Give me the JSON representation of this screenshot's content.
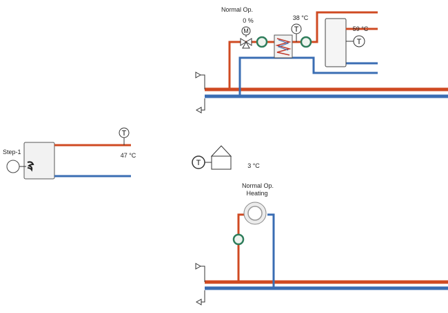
{
  "dhw": {
    "valve_mode": "Normal Op.",
    "valve_position": "0 %",
    "valve_motor_symbol": "M",
    "supply_temp": "38 °C",
    "tank_temp": "59 °C",
    "sensor_symbol": "T"
  },
  "heat_source": {
    "stage_label": "Step-1",
    "flow_temp": "47 °C",
    "sensor_symbol": "T"
  },
  "outdoor": {
    "temp": "3 °C",
    "sensor_symbol": "T"
  },
  "heating_circuit": {
    "mode": "Normal Op.",
    "function": "Heating"
  },
  "colors": {
    "supply_pipe": "#cf4a22",
    "return_pipe": "#3a6db3",
    "pump_ring": "#2e7d5b",
    "heat_exchanger_zigzag": "#c0392b"
  }
}
